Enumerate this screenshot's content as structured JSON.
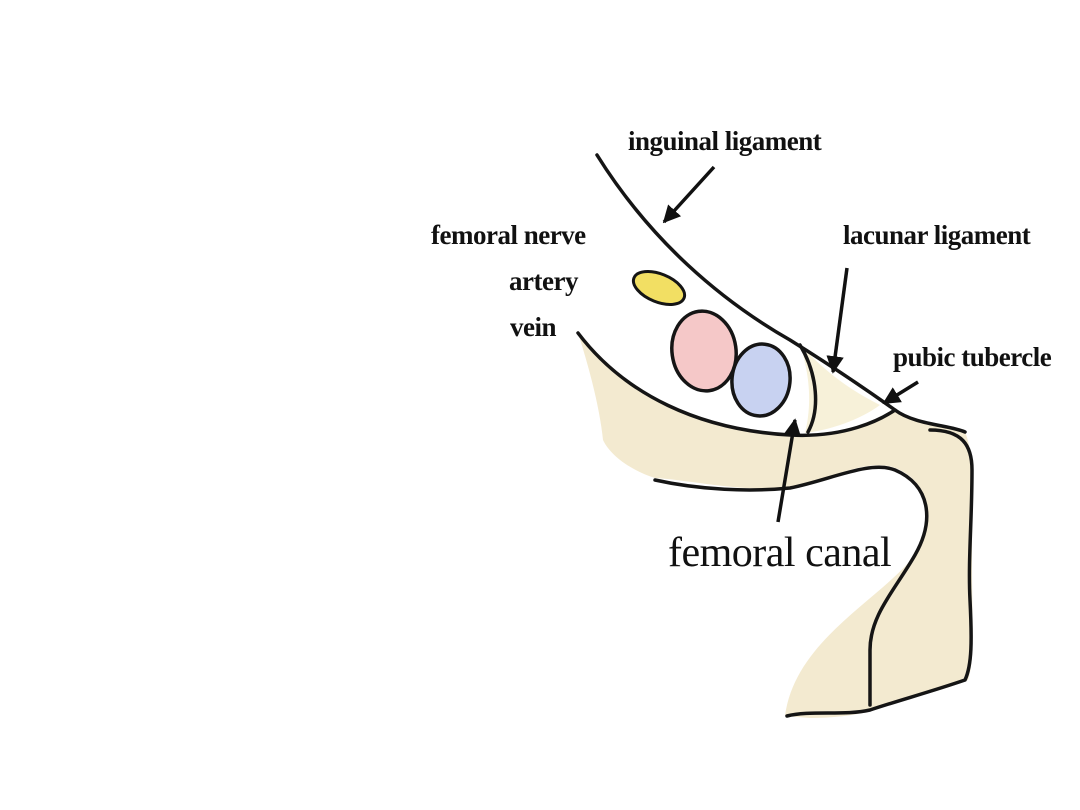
{
  "labels": {
    "inguinal_ligament": "inguinal ligament",
    "femoral_nerve": "femoral nerve",
    "artery": "artery",
    "vein": "vein",
    "lacunar_ligament": "lacunar ligament",
    "pubic_tubercle": "pubic tubercle",
    "femoral_canal": "femoral canal"
  },
  "colors": {
    "bone": "#f3ead0",
    "lacunar": "#f7f1d9",
    "nerve": "#f2df63",
    "artery": "#f5c8c8",
    "vein": "#c8d2f1",
    "outline": "#151515"
  }
}
